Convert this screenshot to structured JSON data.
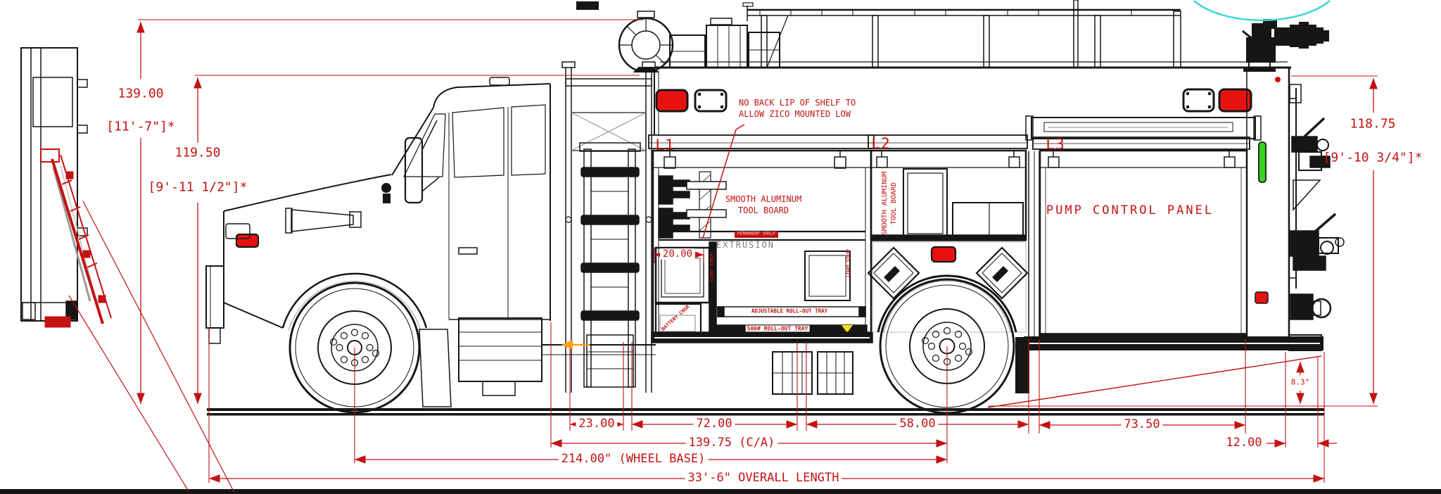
{
  "dims": {
    "overall_height": "139.00",
    "overall_height_ft": "[11'-7\"]*",
    "body_height": "119.50",
    "body_height_ft": "[9'-11 1/2\"]*",
    "rear_height": "118.75",
    "rear_height_ft": "[9'-10 3/4\"]*",
    "seg_1": "23.00",
    "seg_2": "72.00",
    "seg_3": "58.00",
    "seg_4": "73.50",
    "rear_overhang": "12.00",
    "cab_to_axle": "139.75 (C/A)",
    "wheelbase": "214.00\" (WHEEL BASE)",
    "overall_length": "33'-6\" OVERALL LENGTH",
    "angle_of_departure": "8.3°",
    "shelf_width": "20.00"
  },
  "labels": {
    "l1": "L1",
    "l2": "L2",
    "l3": "L3",
    "note_line1": "NO BACK LIP OF SHELF TO",
    "note_line2": "ALLOW ZICO MOUNTED LOW",
    "toolboard_line1": "SMOOTH ALUMINUM",
    "toolboard_line2": "TOOL BOARD",
    "pump_panel": "PUMP CONTROL PANEL",
    "extrusion": "EXTRUSION",
    "permanent_shelf": "PERMANENT SHELF",
    "adjustable_tray": "ADJUSTABLE ROLL-OUT TRAY",
    "rollout_tray": "500# ROLL-OUT TRAY",
    "battery_charger": "BATTERY CHGR",
    "light_strip": "LIGHT STRIP"
  },
  "colors": {
    "dimension_red": "#c41212",
    "light_red": "#e81111",
    "light_green": "#39d31f",
    "swing_radius_cyan": "#3fd6da",
    "tray_yellow": "#ffe014",
    "highlight_orange": "#ff9b17",
    "line_black": "#161616"
  }
}
